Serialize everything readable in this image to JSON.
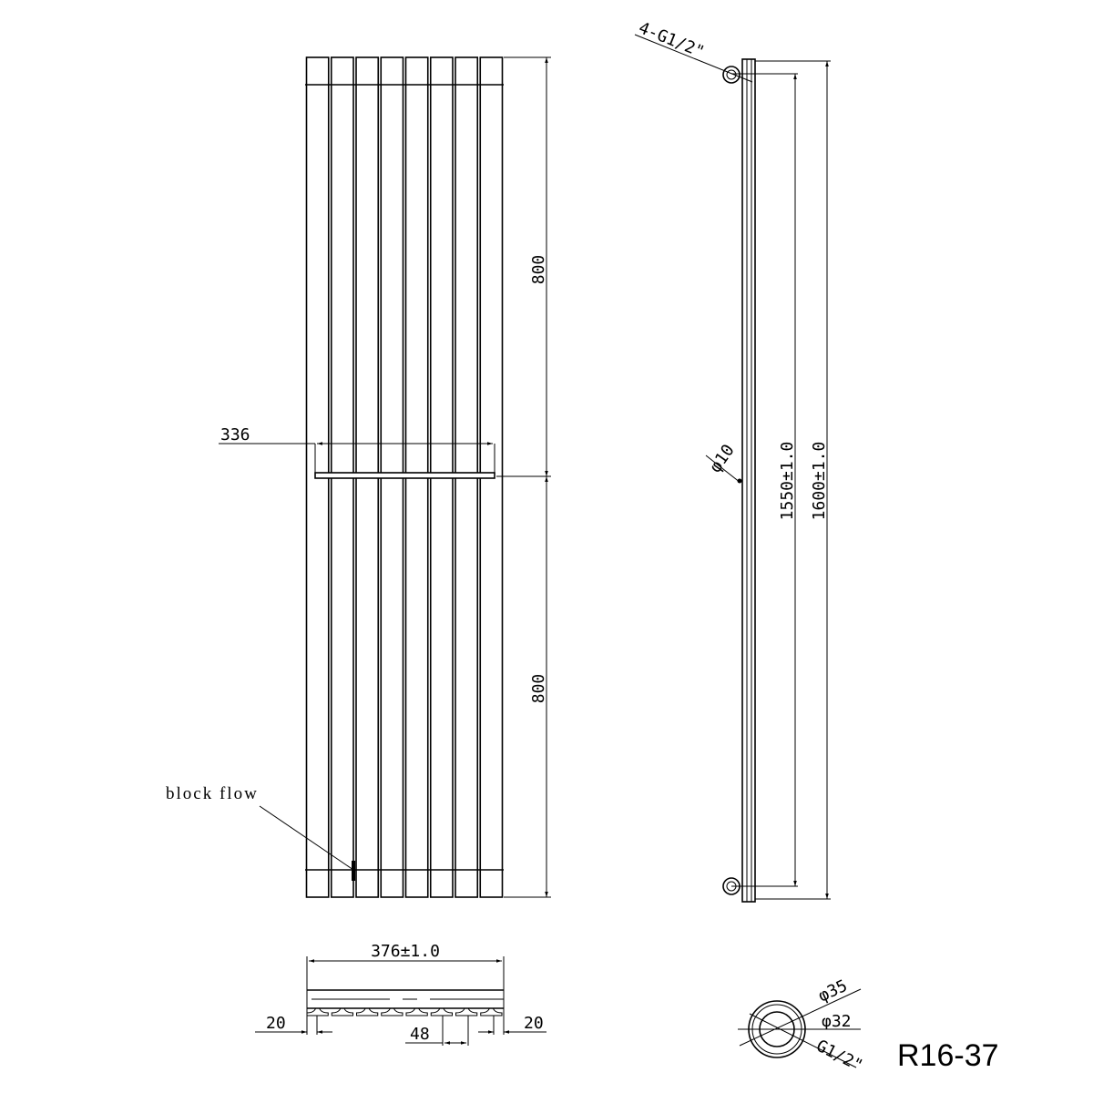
{
  "drawing": {
    "model_code": "R16-37",
    "front_view": {
      "tube_count": 8,
      "upper_height": "800",
      "lower_height": "800",
      "towel_bar_width": "336",
      "block_flow_label": "block flow"
    },
    "side_view": {
      "connection_label": "4-G1/2\"",
      "bracket_hole": "φ10",
      "center_distance": "1550±1.0",
      "total_height": "1600±1.0"
    },
    "bottom_view": {
      "total_width": "376±1.0",
      "left_edge": "20",
      "tube_pitch": "48",
      "right_edge": "20"
    },
    "pipe_section": {
      "outer_diameter": "φ35",
      "inner_diameter": "φ32",
      "thread": "G1/2\""
    },
    "colors": {
      "line": "#000000",
      "background": "#ffffff"
    }
  }
}
